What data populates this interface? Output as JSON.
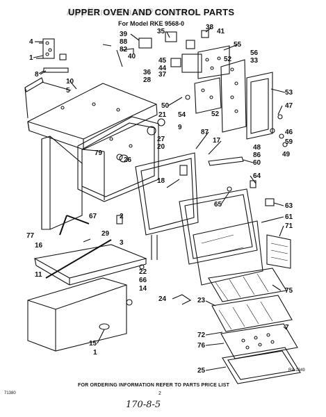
{
  "header": {
    "watermark": "AppliancePartsPros.com",
    "title": "UPPER OVEN AND CONTROL PARTS",
    "model": "For Model RKE 9568-0"
  },
  "callouts": {
    "n4": "4",
    "n1": "1",
    "n8": "8",
    "n5": "5",
    "n10": "10",
    "n39": "39",
    "n88": "88",
    "n82": "82",
    "n35": "35",
    "n38": "38",
    "n41": "41",
    "n40": "40",
    "n45": "45",
    "n44": "44",
    "n55": "55",
    "n36": "36",
    "n28": "28",
    "n37": "37",
    "n52a": "52",
    "n56": "56",
    "n33": "33",
    "n53": "53",
    "n50": "50",
    "n21": "21",
    "n9": "9",
    "n54": "54",
    "n52b": "52",
    "n47": "47",
    "n46": "46",
    "n59": "59",
    "n49": "49",
    "n27": "27",
    "n87": "87",
    "n20": "20",
    "n17": "17",
    "n79": "79",
    "n26": "26",
    "n48": "48",
    "n86": "86",
    "n60": "60",
    "n18": "18",
    "n64": "64",
    "n65": "65",
    "n63": "63",
    "n67": "67",
    "n2": "2",
    "n29": "29",
    "n3": "3",
    "n61": "61",
    "n71": "71",
    "n77": "77",
    "n16": "16",
    "n11": "11",
    "n22": "22",
    "n66": "66",
    "n14": "14",
    "n75": "75",
    "n24": "24",
    "n23": "23",
    "n72": "72",
    "n7": "7",
    "n76": "76",
    "n15": "15",
    "n1b": "1",
    "n25": "25"
  },
  "footer": {
    "note": "FOR ORDERING INFORMATION REFER TO PARTS PRICE LIST",
    "code_left": "71380",
    "page": "2",
    "handwriting": "170-8-5",
    "ref_code": "RA-1349"
  }
}
